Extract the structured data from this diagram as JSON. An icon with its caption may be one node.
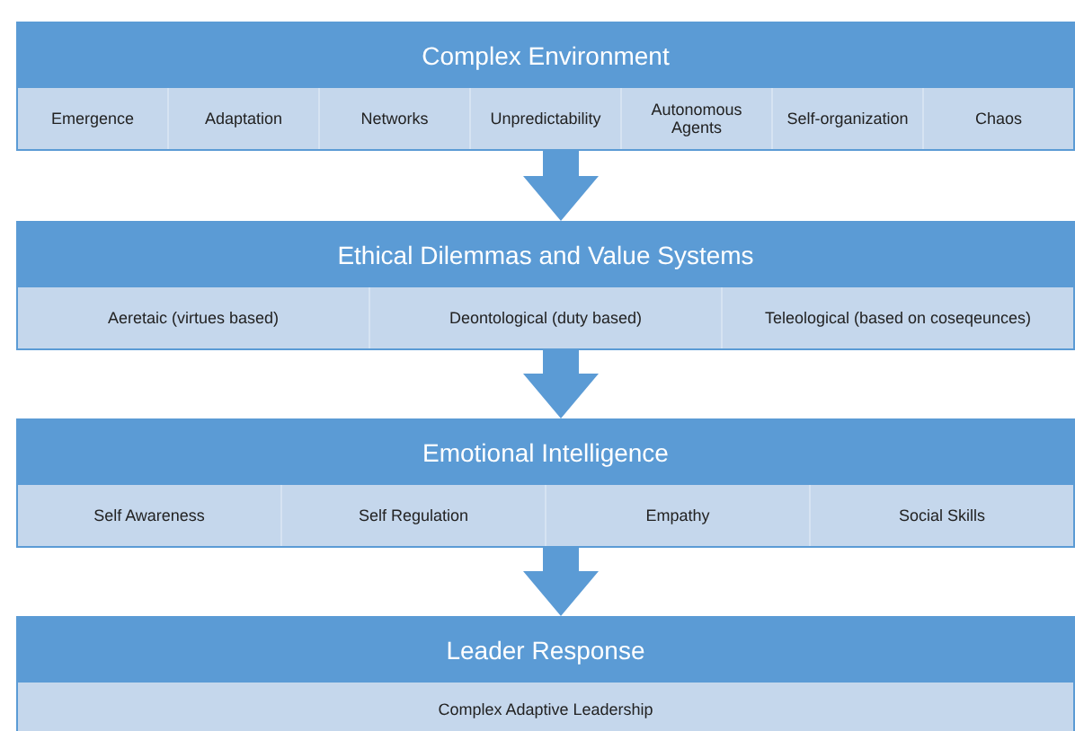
{
  "diagram": {
    "nodes": [
      {
        "text": [
          "Complex Environment"
        ]
      },
      {
        "text": [
          "Emergence"
        ],
        "in": 0
      },
      {
        "text": [
          "Adaptation"
        ],
        "in": 0
      },
      {
        "text": [
          "Networks"
        ],
        "in": 0
      },
      {
        "text": [
          "Unpredictability"
        ],
        "in": 0
      },
      {
        "text": [
          "Autonomous Agents"
        ],
        "in": 0
      },
      {
        "text": [
          "Self-organization"
        ],
        "in": 0
      },
      {
        "text": [
          "Chaos"
        ],
        "in": 0
      },
      {
        "text": [
          "Ethical Dilemmas and Value Systems"
        ]
      },
      {
        "text": [
          "Aeretaic (virtues based)"
        ],
        "in": 8
      },
      {
        "text": [
          "Deontological (duty based)"
        ],
        "in": 8
      },
      {
        "text": [
          "Teleological (based on coseqeunces)"
        ],
        "in": 8
      },
      {
        "text": [
          "Emotional Intelligence"
        ]
      },
      {
        "text": [
          "Self Awareness"
        ],
        "in": 12
      },
      {
        "text": [
          "Self Regulation"
        ],
        "in": 12
      },
      {
        "text": [
          "Empathy"
        ],
        "in": 12
      },
      {
        "text": [
          "Social Skills"
        ],
        "in": 12
      },
      {
        "text": [
          "Leader Response"
        ]
      },
      {
        "text": [
          "Complex Adaptive Leadership"
        ],
        "in": 17
      }
    ],
    "edges": [
      {
        "from": 0,
        "to": 8,
        "arrow": "to",
        "style": "thick"
      },
      {
        "from": 8,
        "to": 12,
        "arrow": "to",
        "style": "thick"
      },
      {
        "from": 12,
        "to": 17,
        "arrow": "to",
        "style": "thick"
      }
    ]
  }
}
